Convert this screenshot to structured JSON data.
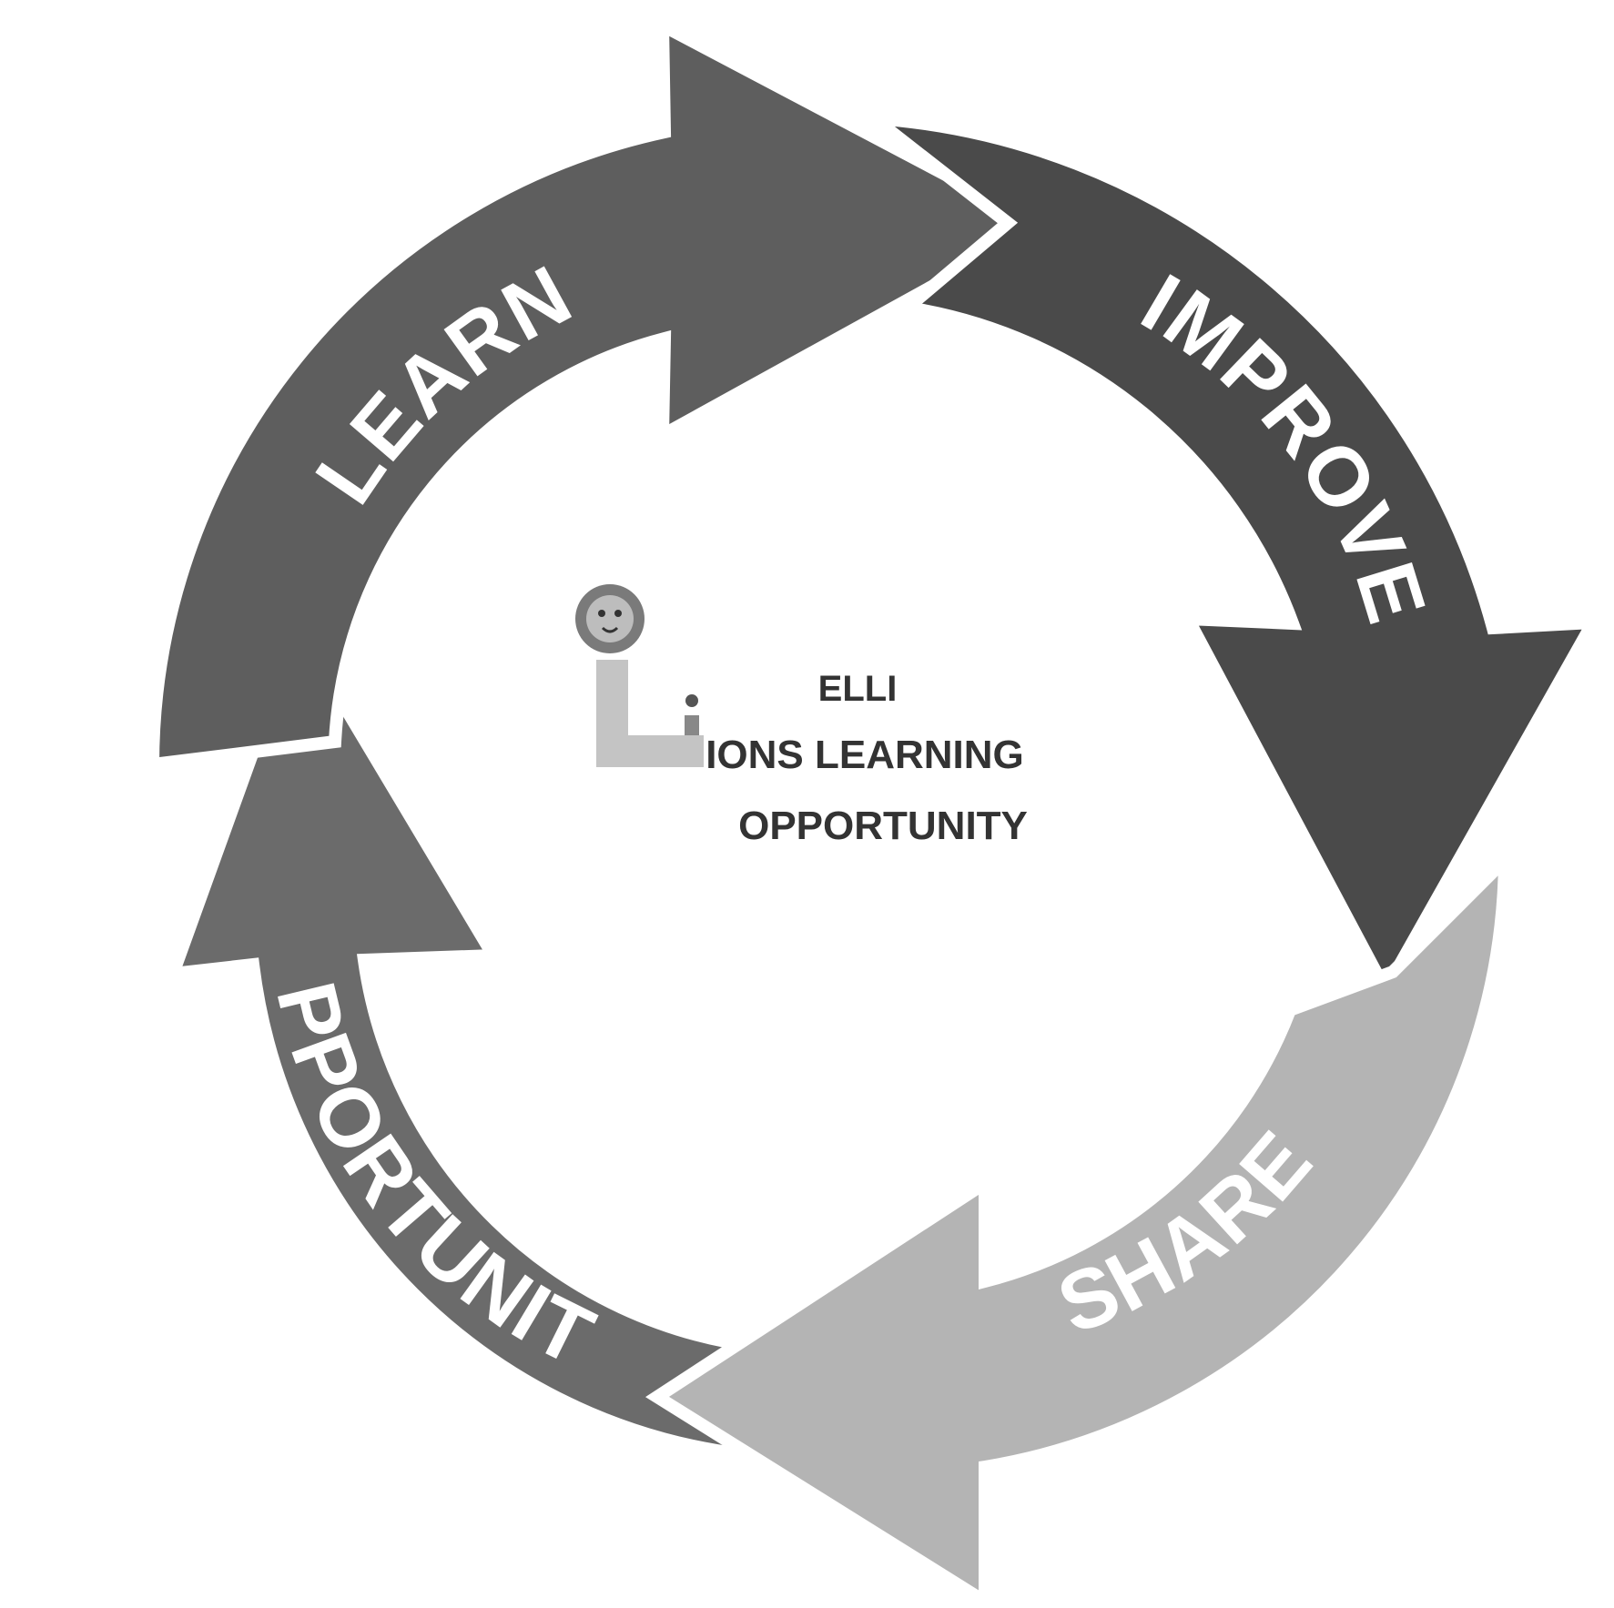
{
  "cycle": {
    "steps": [
      {
        "label": "LEARN",
        "color": "#5e5e5e"
      },
      {
        "label": "IMPROVE",
        "color": "#4a4a4a"
      },
      {
        "label": "SHARE",
        "color": "#b4b4b4"
      },
      {
        "label": "OPPORTUNITY",
        "color": "#6b6b6b"
      }
    ]
  },
  "logo": {
    "line1": "ELLI",
    "line2": "IONS LEARNING",
    "line3": "OPPORTUNITY",
    "mark": "lion-head-icon"
  }
}
